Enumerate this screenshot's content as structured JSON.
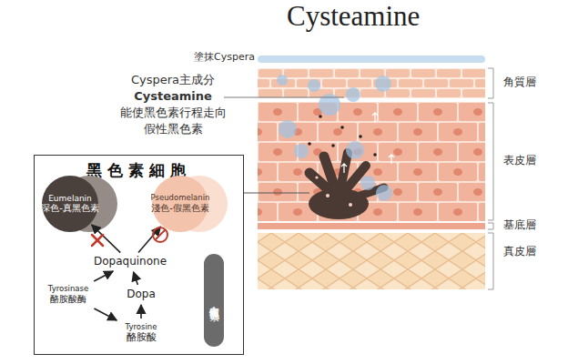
{
  "diagram": {
    "title": "Cysteamine",
    "nodes": [
      {
        "text": [
          "黑色素細胞"
        ]
      },
      {
        "text": [
          "Eumelanin",
          "深色-真黑色素"
        ],
        "in": 0
      },
      {
        "text": [
          "Pseudomelanin",
          "淺色-假黑色素"
        ],
        "in": 0
      },
      {
        "text": [
          "Dopaquinone"
        ],
        "in": 0
      },
      {
        "text": [
          "Tyrosinase",
          "酪胺酸酶"
        ],
        "in": 0
      },
      {
        "text": [
          "Dopa"
        ],
        "in": 0
      },
      {
        "text": [
          "走向假性黑色素"
        ],
        "in": 0
      },
      {
        "text": [
          "Tyrosine",
          "酪胺酸"
        ],
        "in": 0
      }
    ],
    "edges": [
      {
        "from": 3,
        "to": 1,
        "arrow": "to"
      },
      {
        "from": 3,
        "to": 2,
        "arrow": "to"
      },
      {
        "from": 5,
        "to": 3,
        "arrow": "to"
      },
      {
        "from": 4,
        "to": 3,
        "arrow": "to"
      },
      {
        "from": 4,
        "to": 7,
        "arrow": "to"
      },
      {
        "from": 7,
        "to": 5,
        "arrow": "to"
      }
    ],
    "labels": [
      "塗抹Cyspera",
      "角質層",
      "表皮層",
      "基底層",
      "真皮層",
      "Cyspera主成分",
      "Cysteamine",
      "能使黑色素行程走向",
      "假性黑色素"
    ]
  }
}
